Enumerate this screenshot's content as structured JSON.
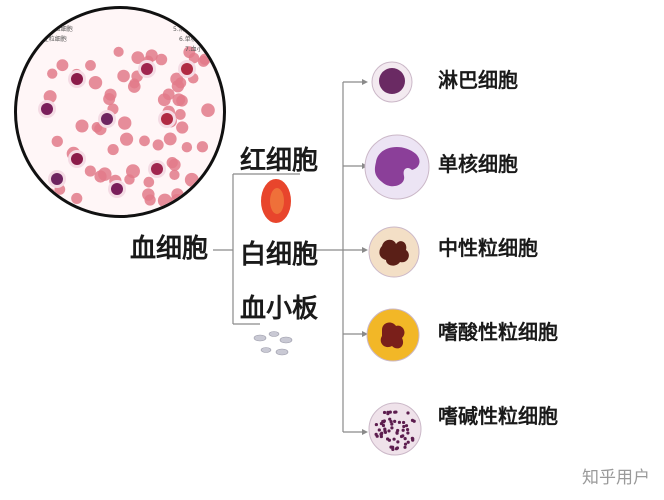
{
  "root": {
    "label": "血细胞"
  },
  "branches": [
    {
      "id": "rbc",
      "label": "红细胞"
    },
    {
      "id": "wbc",
      "label": "白细胞"
    },
    {
      "id": "plt",
      "label": "血小板"
    }
  ],
  "wbc_types": [
    {
      "label": "淋巴细胞",
      "fill": "#f3eaf0",
      "nucleus": "#6a2a63"
    },
    {
      "label": "单核细胞",
      "fill": "#ece4f4",
      "nucleus": "#8b3f99"
    },
    {
      "label": "中性粒细胞",
      "fill": "#f3dfc6",
      "nucleus": "#5a1f17"
    },
    {
      "label": "嗜酸性粒细胞",
      "fill": "#f2b727",
      "nucleus": "#7a1f1a"
    },
    {
      "label": "嗜碱性粒细胞",
      "fill": "#efe2ea",
      "nucleus": "#5c1d4e"
    }
  ],
  "smear_legend": {
    "left": [
      "1.红细胞",
      "2.嗜酸性粒细胞",
      "3.嗜碱性粒细胞"
    ],
    "right": [
      "4.中性粒细胞",
      "5.淋巴细胞",
      "6.单核细胞",
      "7.血小板"
    ]
  },
  "watermark": "知乎用户",
  "colors": {
    "rbc": "#e8452c",
    "rbc_smear": "#e27a8a",
    "line": "#8a8a8a"
  }
}
